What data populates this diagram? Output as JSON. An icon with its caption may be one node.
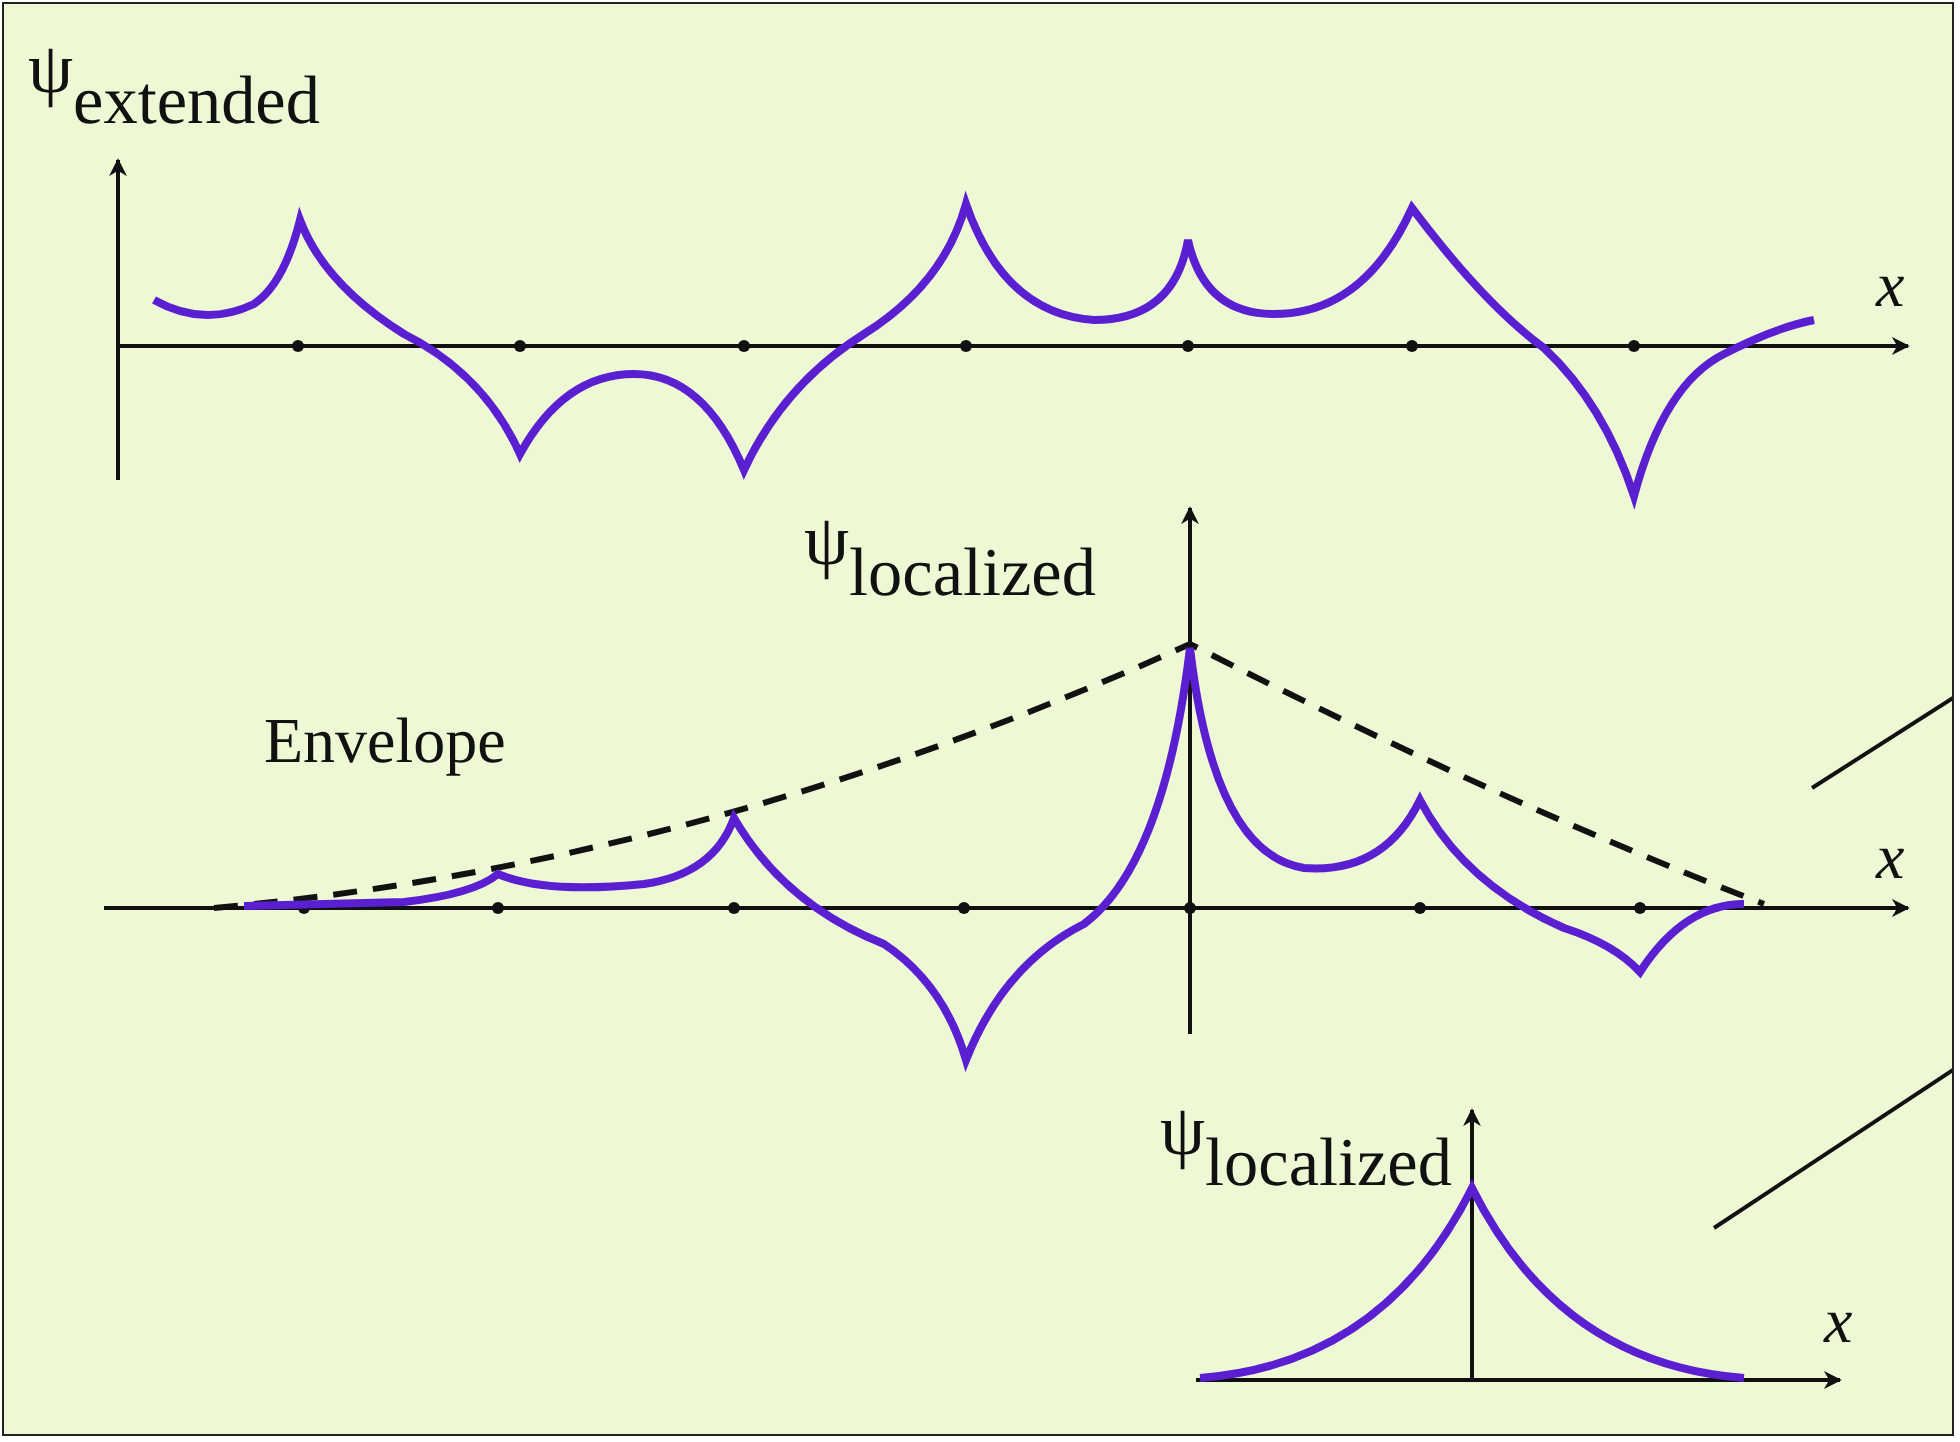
{
  "diagram": {
    "labels": [
      "ψ$_{extended}$",
      "x",
      "ψ$_{localized}$",
      "Envelope",
      "x",
      "ψ$_{localized}$",
      "x"
    ]
  }
}
